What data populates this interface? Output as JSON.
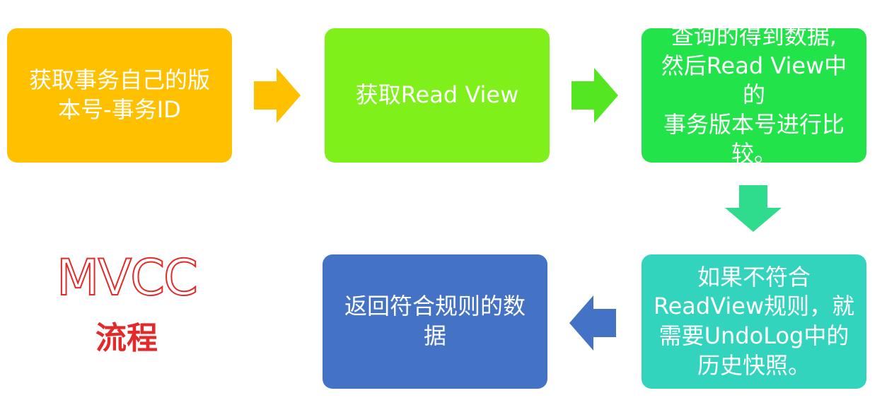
{
  "colors": {
    "step1": "#ffc000",
    "step2": "#80f01a",
    "step3": "#22e34a",
    "step4": "#32d4bd",
    "step5": "#4472c4",
    "title": "#e22a2a"
  },
  "steps": [
    {
      "lines": [
        "获取事务自己的版",
        "本号-事务ID"
      ]
    },
    {
      "lines": [
        "获取Read View"
      ]
    },
    {
      "lines": [
        "查询的得到数据,",
        "然后Read View中的",
        "事务版本号进行比",
        "较。"
      ]
    },
    {
      "lines": [
        "如果不符合",
        "ReadView规则，就",
        "需要UndoLog中的",
        "历史快照。"
      ]
    },
    {
      "lines": [
        "返回符合规则的数",
        "据"
      ]
    }
  ],
  "title": {
    "main": "MVCC",
    "sub": "流程"
  }
}
